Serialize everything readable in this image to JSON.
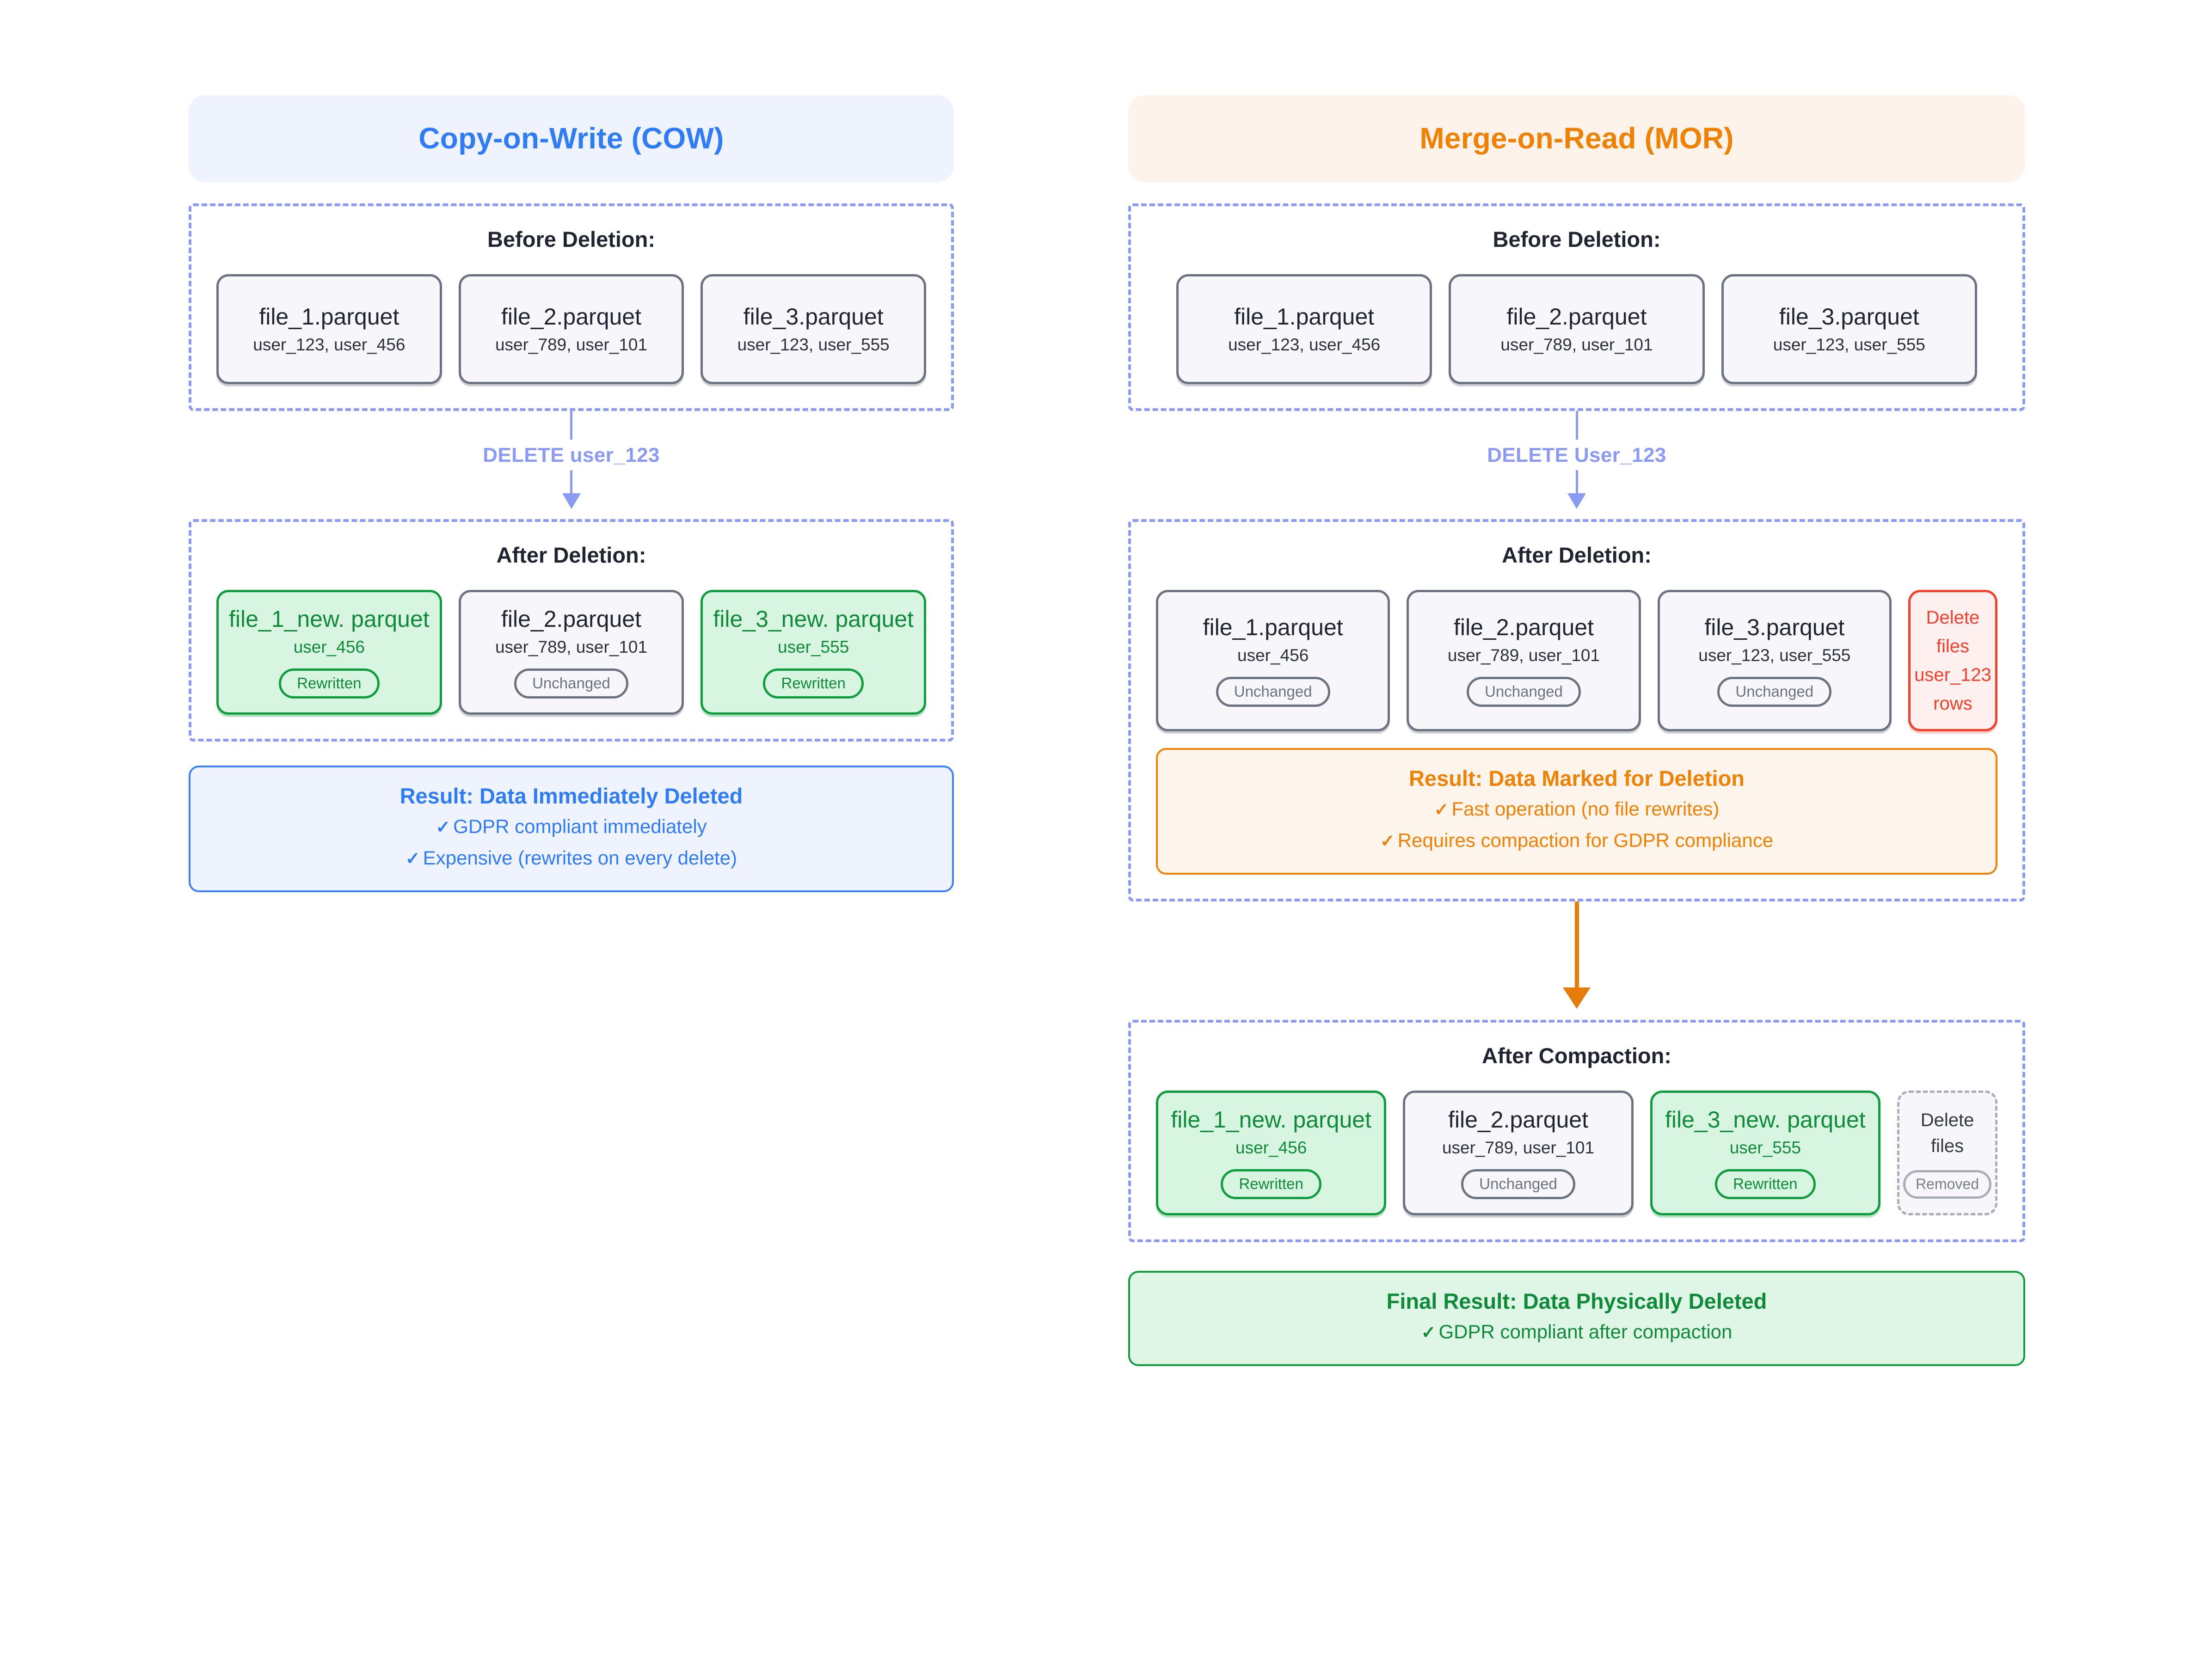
{
  "columns": {
    "cow": {
      "title": "Copy-on-Write (COW)",
      "accent": "#2f7cf6",
      "banner_bg": "#eef3fe",
      "before": {
        "title": "Before Deletion:",
        "files": [
          {
            "name": "file_1.parquet",
            "users": "user_123, user_456"
          },
          {
            "name": "file_2.parquet",
            "users": "user_789, user_101"
          },
          {
            "name": "file_3.parquet",
            "users": "user_123, user_555"
          }
        ]
      },
      "arrow_label": "DELETE user_123",
      "after": {
        "title": "After Deletion:",
        "files": [
          {
            "name": "file_1_new. parquet",
            "users": "user_456",
            "badge": "Rewritten",
            "state": "green"
          },
          {
            "name": "file_2.parquet",
            "users": "user_789, user_101",
            "badge": "Unchanged",
            "state": "grey"
          },
          {
            "name": "file_3_new. parquet",
            "users": "user_555",
            "badge": "Rewritten",
            "state": "green"
          }
        ]
      },
      "result": {
        "title": "Result: Data Immediately Deleted",
        "lines": [
          "GDPR compliant immediately",
          "Expensive (rewrites on every delete)"
        ],
        "check": "✓"
      }
    },
    "mor": {
      "title": "Merge-on-Read (MOR)",
      "accent": "#ef8205",
      "banner_bg": "#fef3ea",
      "before": {
        "title": "Before Deletion:",
        "files": [
          {
            "name": "file_1.parquet",
            "users": "user_123, user_456"
          },
          {
            "name": "file_2.parquet",
            "users": "user_789, user_101"
          },
          {
            "name": "file_3.parquet",
            "users": "user_123, user_555"
          }
        ]
      },
      "arrow_label": "DELETE User_123",
      "after": {
        "title": "After Deletion:",
        "files": [
          {
            "name": "file_1.parquet",
            "users": "user_456",
            "badge": "Unchanged",
            "state": "grey"
          },
          {
            "name": "file_2.parquet",
            "users": "user_789, user_101",
            "badge": "Unchanged",
            "state": "grey"
          },
          {
            "name": "file_3.parquet",
            "users": "user_123, user_555",
            "badge": "Unchanged",
            "state": "grey"
          }
        ],
        "delete_file": {
          "l1": "Delete",
          "l2": "files",
          "l3": "user_123",
          "l4": "rows"
        },
        "result": {
          "title": "Result: Data Marked for Deletion",
          "lines": [
            "Fast operation (no file rewrites)",
            "Requires compaction for GDPR compliance"
          ],
          "check": "✓"
        }
      },
      "compaction": {
        "title": "After Compaction:",
        "files": [
          {
            "name": "file_1_new. parquet",
            "users": "user_456",
            "badge": "Rewritten",
            "state": "green"
          },
          {
            "name": "file_2.parquet",
            "users": "user_789, user_101",
            "badge": "Unchanged",
            "state": "grey"
          },
          {
            "name": "file_3_new. parquet",
            "users": "user_555",
            "badge": "Rewritten",
            "state": "green"
          }
        ],
        "ghost_file": {
          "l1": "Delete",
          "l2": "files",
          "badge": "Removed"
        }
      },
      "final_result": {
        "title": "Final Result: Data Physically Deleted",
        "lines": [
          "GDPR compliant after compaction"
        ],
        "check": "✓"
      }
    }
  }
}
